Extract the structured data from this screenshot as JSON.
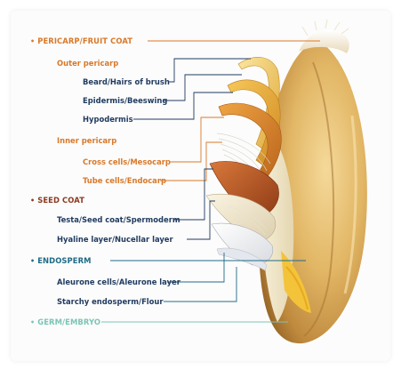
{
  "colors": {
    "pericarp": "#d9792a",
    "seed_coat": "#8a3a20",
    "seed_sub": "#1f3a5f",
    "endosperm": "#1f6b86",
    "germ": "#7cc4b6"
  },
  "labels": {
    "pericarp": "PERICARP/FRUIT COAT",
    "outer_pericarp": "Outer pericarp",
    "beard": "Beard/Hairs of brush",
    "epidermis": "Epidermis/Beeswing",
    "hypodermis": "Hypodermis",
    "inner_pericarp": "Inner pericarp",
    "cross_cells": "Cross cells/Mesocarp",
    "tube_cells": "Tube cells/Endocarp",
    "seed_coat": "SEED COAT",
    "testa": "Testa/Seed coat/Spermoderm",
    "hyaline": "Hyaline layer/Nucellar layer",
    "endosperm": "ENDOSPERM",
    "aleurone": "Aleurone cells/Aleurone layer",
    "starchy": "Starchy endosperm/Flour",
    "germ": "GERM/EMBRYO"
  },
  "bullet": "•"
}
